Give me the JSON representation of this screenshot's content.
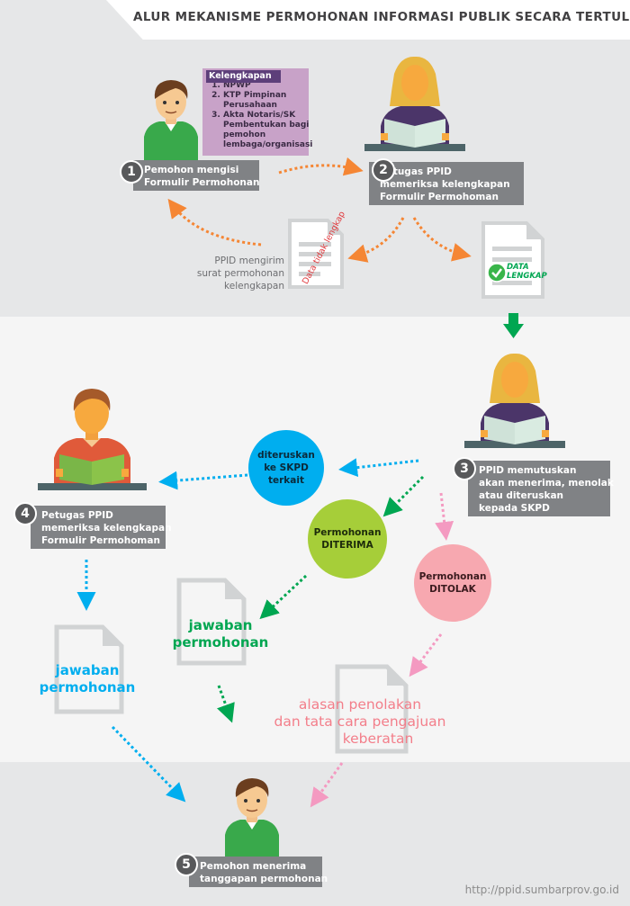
{
  "title": "ALUR MEKANISME PERMOHONAN INFORMASI PUBLIK SECARA TERTULIS",
  "kelengkapan": {
    "heading": "Kelengkapan",
    "items": [
      "NPWP",
      "KTP Pimpinan Perusahaan",
      "Akta Notaris/SK Pembentukan bagi pemohon lembaga/organisasi"
    ]
  },
  "steps": [
    {
      "number": "1",
      "lines": [
        "Pemohon mengisi",
        "Formulir Permohonan"
      ]
    },
    {
      "number": "2",
      "lines": [
        "Petugas PPID",
        "memeriksa kelengkapan",
        "Formulir Permohoman"
      ]
    },
    {
      "number": "3",
      "lines": [
        "PPID memutuskan",
        "akan menerima, menolak",
        "atau diteruskan",
        "kepada SKPD"
      ]
    },
    {
      "number": "4",
      "lines": [
        "Petugas PPID",
        "memeriksa kelengkapan",
        "Formulir Permohoman"
      ]
    },
    {
      "number": "5",
      "lines": [
        "Pemohon menerima",
        "tanggapan permohonan"
      ]
    }
  ],
  "ppid_kirim": [
    "PPID mengirim",
    "surat permohonan",
    "kelengkapan"
  ],
  "data_tidak_lengkap": "Data tidak lengkap",
  "data_lengkap": [
    "DATA",
    "LENGKAP"
  ],
  "circles": {
    "diteruskan": [
      "diteruskan",
      "ke SKPD",
      "terkait"
    ],
    "diterima": [
      "Permohonan",
      "DITERIMA"
    ],
    "ditolak": [
      "Permohonan",
      "DITOLAK"
    ]
  },
  "jawaban_green": [
    "jawaban",
    "permohonan"
  ],
  "jawaban_blue": [
    "jawaban",
    "permohonan"
  ],
  "alasan": [
    "alasan penolakan",
    "dan tata cara pengajuan",
    "keberatan"
  ],
  "url": "http://ppid.sumbarprov.go.id",
  "colors": {
    "orange": "#f58634",
    "green": "#00a651",
    "blue": "#00aeef",
    "pink": "#f49ac1",
    "step_box": "#808285",
    "lime": "#a6ce39",
    "rose": "#f7a8b0",
    "purple": "#c8a2c8"
  }
}
